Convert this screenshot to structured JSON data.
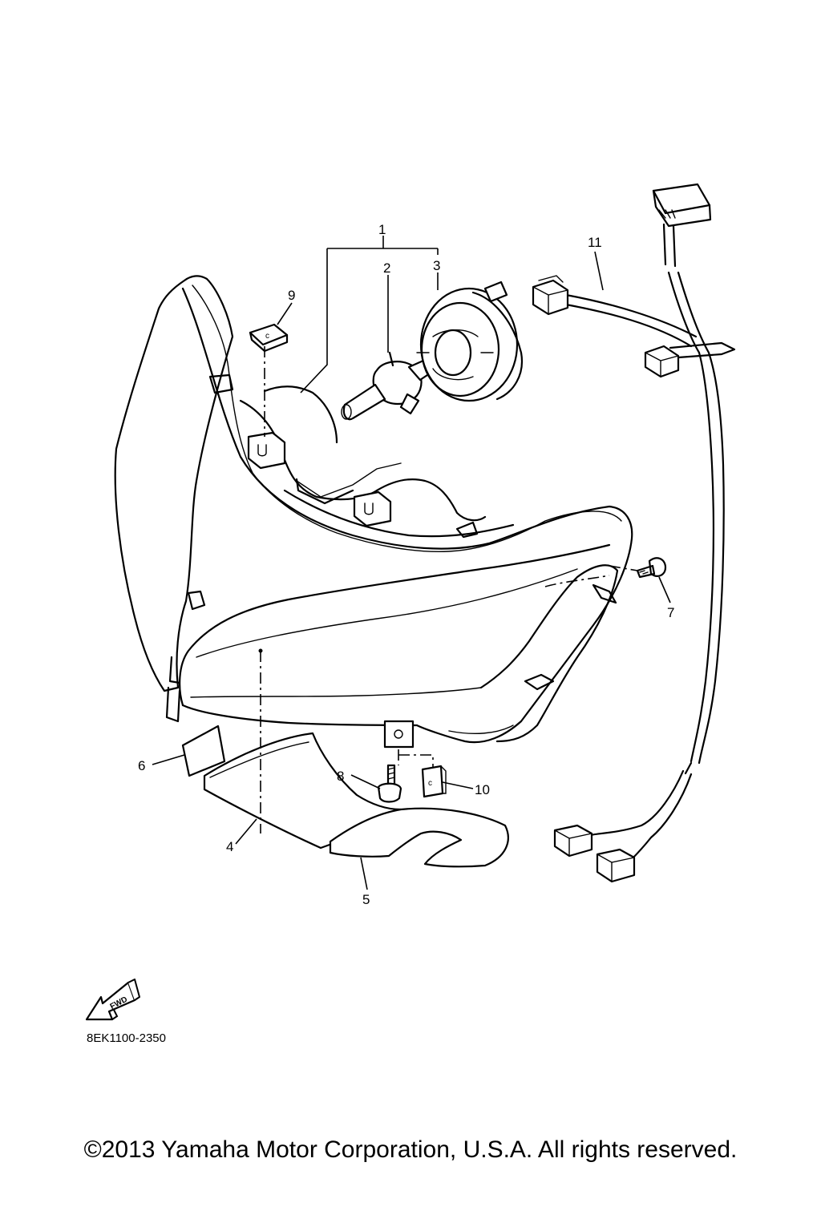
{
  "diagram": {
    "callouts": {
      "c1": "1",
      "c2": "2",
      "c3": "3",
      "c4": "4",
      "c5": "5",
      "c6": "6",
      "c7": "7",
      "c8": "8",
      "c9": "9",
      "c10": "10",
      "c11": "11"
    },
    "clip_letter": "c",
    "fwd_label": "FWD",
    "part_code": "8EK1100-2350"
  },
  "footer": {
    "copyright": "©2013 Yamaha Motor Corporation, U.S.A. All rights reserved."
  }
}
